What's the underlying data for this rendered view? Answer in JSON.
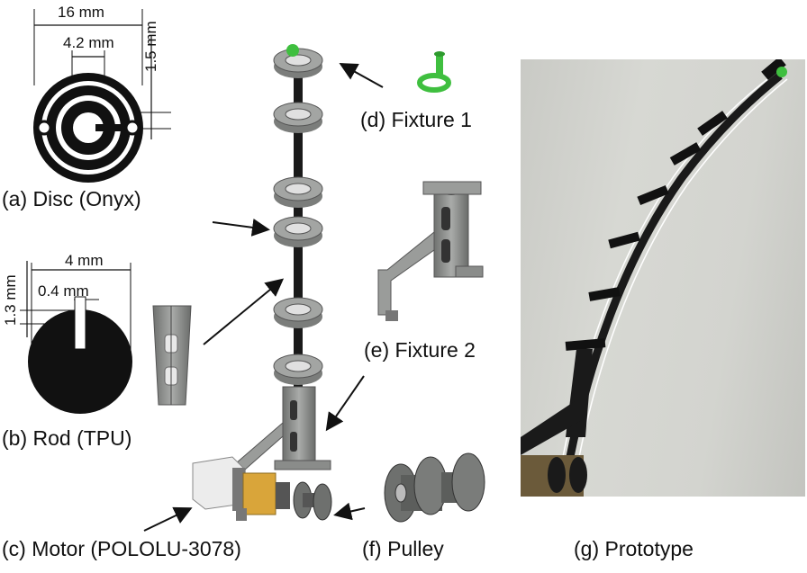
{
  "panels": {
    "a": {
      "caption": "(a) Disc (Onyx)",
      "dim_outer": "16 mm",
      "dim_inner": "4.2 mm",
      "dim_side": "1.5 mm"
    },
    "b": {
      "caption": "(b) Rod (TPU)",
      "dim_width": "4 mm",
      "dim_slot": "0.4 mm",
      "dim_side": "1.3 mm"
    },
    "c": {
      "caption": "(c) Motor (POLOLU-3078)"
    },
    "d": {
      "caption": "(d) Fixture 1"
    },
    "e": {
      "caption": "(e) Fixture 2"
    },
    "f": {
      "caption": "(f) Pulley"
    },
    "g": {
      "caption": "(g) Prototype"
    }
  },
  "colors": {
    "fixture1_green": "#3fbf3f",
    "motor_gold": "#d9a53a",
    "disc_gray": "#8a8c8a",
    "black": "#111111"
  }
}
